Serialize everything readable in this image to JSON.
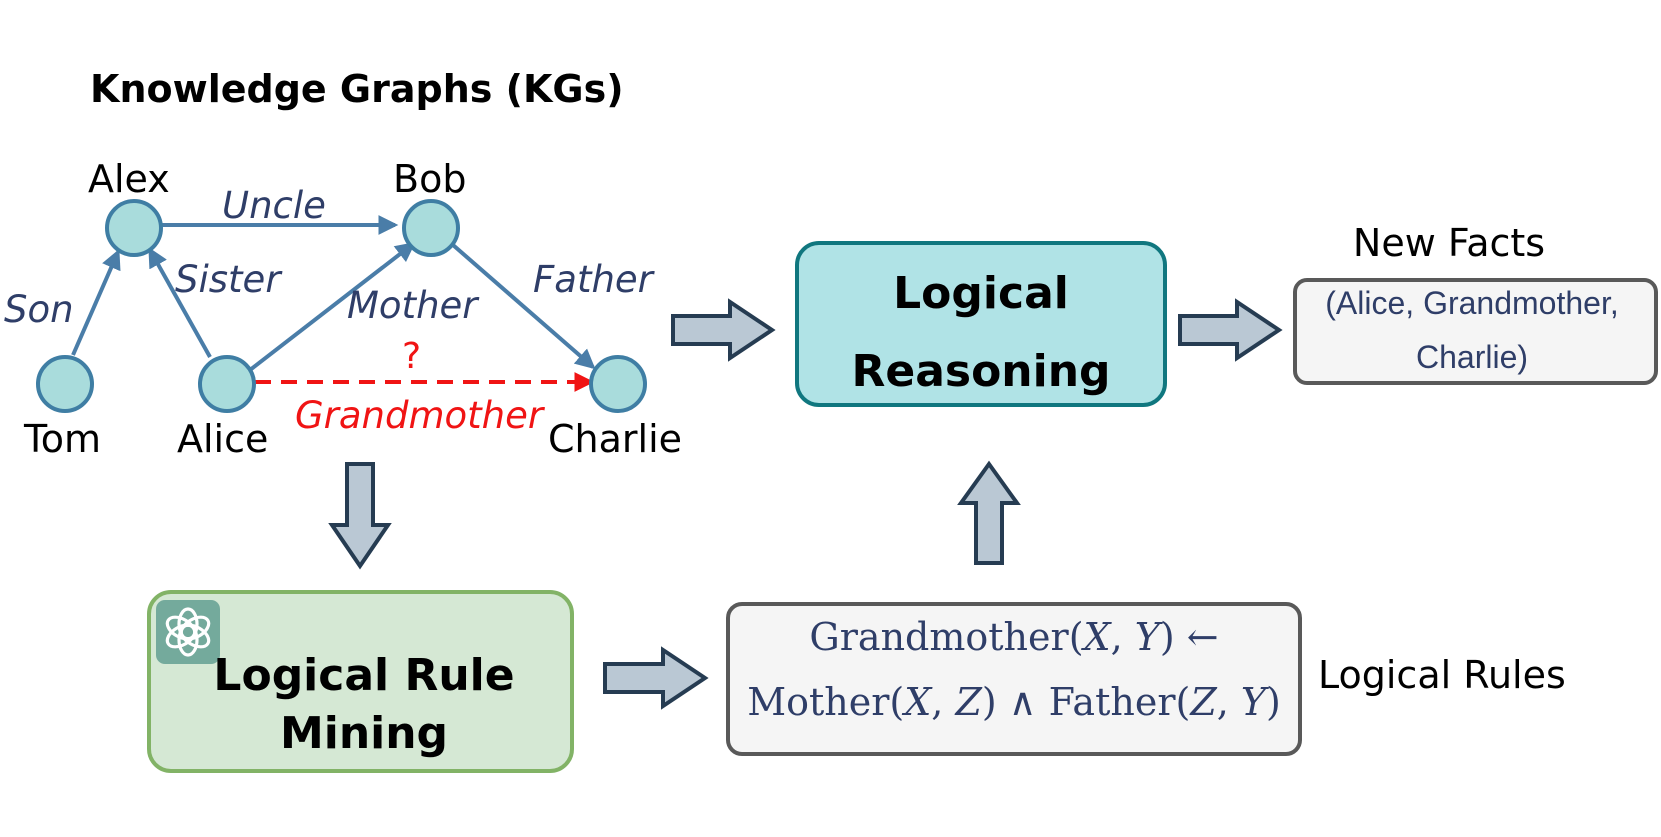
{
  "title": "Knowledge Graphs (KGs)",
  "entities": {
    "alex": "Alex",
    "bob": "Bob",
    "tom": "Tom",
    "alice": "Alice",
    "charlie": "Charlie"
  },
  "relations": {
    "uncle": "Uncle",
    "son": "Son",
    "sister": "Sister",
    "mother": "Mother",
    "father": "Father",
    "grandmother": "Grandmother",
    "question": "?"
  },
  "reasoning": {
    "line1": "Logical",
    "line2": "Reasoning"
  },
  "mining": {
    "line1": "Logical Rule",
    "line2": "Mining"
  },
  "new_facts": {
    "label": "New Facts",
    "line1": "(Alice, Grandmother,",
    "line2": "Charlie)"
  },
  "rules": {
    "label": "Logical Rules",
    "line1_head": "Grandmother",
    "line1_open": "(",
    "line1_x": "X",
    "line1_comma": ", ",
    "line1_y": "Y",
    "line1_close": ") ←",
    "line2_a": "Mother",
    "line2_a_open": "(",
    "line2_a_x": "X",
    "line2_a_comma": ", ",
    "line2_a_z": "Z",
    "line2_a_close": ") ∧ ",
    "line2_b": "Father",
    "line2_b_open": "(",
    "line2_b_z": "Z",
    "line2_b_comma": ", ",
    "line2_b_y": "Y",
    "line2_b_close": ")"
  },
  "colors": {
    "node_fill": "#a9dcdc",
    "edge": "#4a7da8",
    "inferred_edge": "#f01414",
    "reasoning_box": "#b0e3e6",
    "mining_box": "#d5e8d4",
    "rule_box": "#f5f5f5"
  },
  "icons": {
    "mining_logo": "openai-logo-icon"
  }
}
